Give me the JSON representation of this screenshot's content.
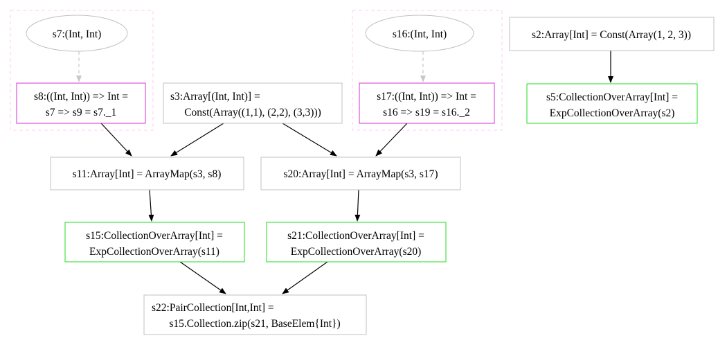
{
  "colors": {
    "default_border": "#c0c0c0",
    "lambda_border": "#d633d6",
    "collection_border": "#22dd22",
    "cluster_border": "#ffccf5",
    "edge": "#000000",
    "dashed_edge": "#c8c8c8"
  },
  "nodes": {
    "s7": {
      "lines": [
        "s7:(Int, Int)"
      ]
    },
    "s8": {
      "lines": [
        "s8:((Int, Int)) => Int =",
        "s7 => s9 = s7._1"
      ]
    },
    "s3": {
      "lines": [
        "s3:Array[(Int, Int)] =",
        "Const(Array((1,1), (2,2), (3,3)))"
      ]
    },
    "s16": {
      "lines": [
        "s16:(Int, Int)"
      ]
    },
    "s17": {
      "lines": [
        "s17:((Int, Int)) => Int =",
        "s16 => s19 = s16._2"
      ]
    },
    "s2": {
      "lines": [
        "s2:Array[Int] = Const(Array(1, 2, 3))"
      ]
    },
    "s5": {
      "lines": [
        "s5:CollectionOverArray[Int] =",
        "ExpCollectionOverArray(s2)"
      ]
    },
    "s11": {
      "lines": [
        "s11:Array[Int] = ArrayMap(s3, s8)"
      ]
    },
    "s20": {
      "lines": [
        "s20:Array[Int] = ArrayMap(s3, s17)"
      ]
    },
    "s15": {
      "lines": [
        "s15:CollectionOverArray[Int] =",
        "ExpCollectionOverArray(s11)"
      ]
    },
    "s21": {
      "lines": [
        "s21:CollectionOverArray[Int] =",
        "ExpCollectionOverArray(s20)"
      ]
    },
    "s22": {
      "lines": [
        "s22:PairCollection[Int,Int] =",
        "s15.Collection.zip(s21, BaseElem{Int})"
      ]
    }
  }
}
